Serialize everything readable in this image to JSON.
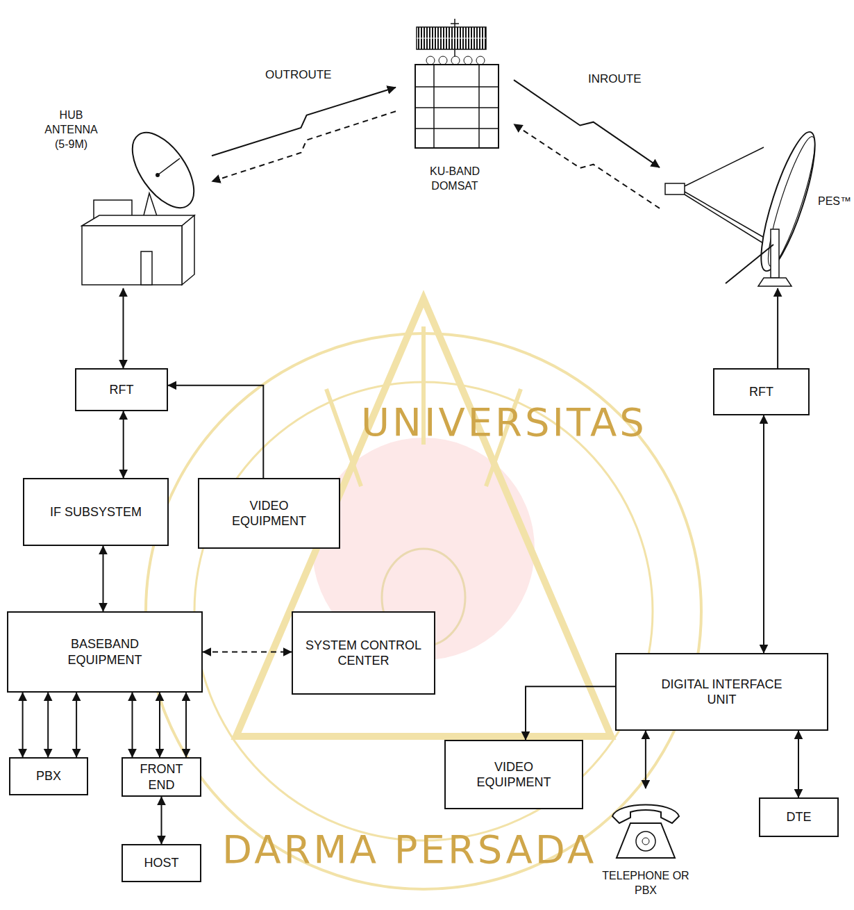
{
  "diagram": {
    "nodes": [
      {
        "text": [
          "HUB ANTENNA (5-9M)"
        ]
      },
      {
        "text": [
          "KU-BAND DOMSAT"
        ]
      },
      {
        "text": [
          "PES™"
        ]
      },
      {
        "text": [
          "RFT"
        ]
      },
      {
        "text": [
          "RFT"
        ]
      },
      {
        "text": [
          "IF SUBSYSTEM"
        ]
      },
      {
        "text": [
          "VIDEO EQUIPMENT"
        ]
      },
      {
        "text": [
          "BASEBAND EQUIPMENT"
        ]
      },
      {
        "text": [
          "SYSTEM CONTROL CENTER"
        ]
      },
      {
        "text": [
          "DIGITAL INTERFACE UNIT"
        ]
      },
      {
        "text": [
          "VIDEO EQUIPMENT"
        ]
      },
      {
        "text": [
          "PBX"
        ]
      },
      {
        "text": [
          "FRONT END"
        ]
      },
      {
        "text": [
          "DTE"
        ]
      },
      {
        "text": [
          "HOST"
        ]
      },
      {
        "text": [
          "TELEPHONE OR PBX"
        ]
      }
    ],
    "edges": [
      {
        "from": 0,
        "to": 1,
        "arrow": "to",
        "label": "OUTROUTE"
      },
      {
        "from": 1,
        "to": 0,
        "arrow": "to"
      },
      {
        "from": 1,
        "to": 2,
        "arrow": "to",
        "label": "INROUTE"
      },
      {
        "from": 2,
        "to": 1,
        "arrow": "to"
      },
      {
        "from": 0,
        "to": 3,
        "arrow": "both"
      },
      {
        "from": 3,
        "to": 5,
        "arrow": "both"
      },
      {
        "from": 6,
        "to": 3,
        "arrow": "to"
      },
      {
        "from": 5,
        "to": 7,
        "arrow": "both"
      },
      {
        "from": 7,
        "to": 8,
        "arrow": "both"
      },
      {
        "from": 7,
        "to": 11,
        "arrow": "both"
      },
      {
        "from": 7,
        "to": 11,
        "arrow": "both"
      },
      {
        "from": 7,
        "to": 11,
        "arrow": "both"
      },
      {
        "from": 7,
        "to": 12,
        "arrow": "both"
      },
      {
        "from": 7,
        "to": 12,
        "arrow": "both"
      },
      {
        "from": 7,
        "to": 12,
        "arrow": "both"
      },
      {
        "from": 12,
        "to": 14,
        "arrow": "both"
      },
      {
        "from": 4,
        "to": 2,
        "arrow": "to"
      },
      {
        "from": 4,
        "to": 9,
        "arrow": "both"
      },
      {
        "from": 9,
        "to": 10,
        "arrow": "to"
      },
      {
        "from": 9,
        "to": 15,
        "arrow": "both"
      },
      {
        "from": 9,
        "to": 13,
        "arrow": "both"
      }
    ],
    "labels": [
      "UNIVERSITAS",
      "DARMA PERSADA"
    ]
  }
}
